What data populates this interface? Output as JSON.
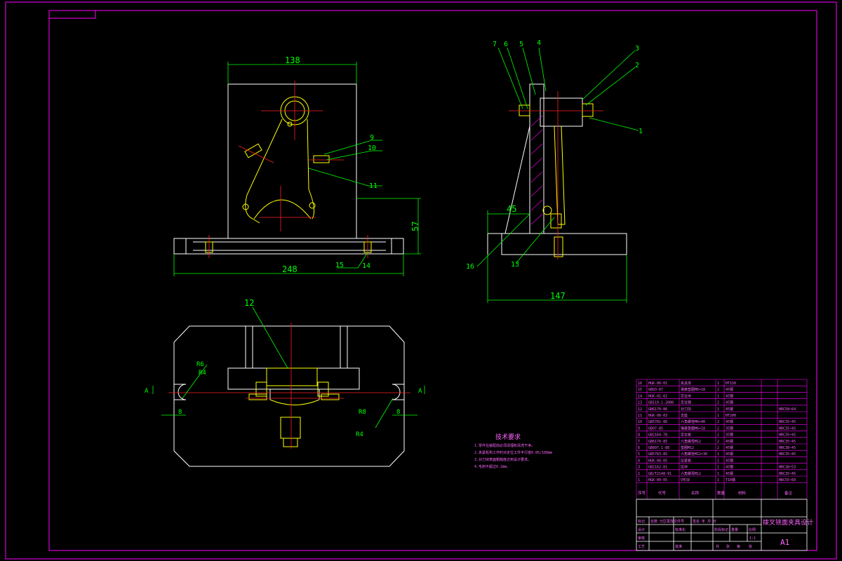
{
  "colors": {
    "background": "#000000",
    "frame": "#ff00ff",
    "outline": "#ffffff",
    "dimension": "#00ff00",
    "centerline": "#ff2020",
    "part": "#ffff00",
    "table": "#ff00ff",
    "text": "#ff66ff"
  },
  "front_view": {
    "dim_width_top": "138",
    "dim_width_base": "248",
    "dim_height": "57",
    "balloons": [
      "9",
      "10",
      "11",
      "14",
      "15"
    ]
  },
  "side_view": {
    "dim_offset": "45",
    "dim_width": "147",
    "balloons_top": [
      "7",
      "6",
      "5",
      "4"
    ],
    "balloons_right": [
      "3",
      "2",
      "1"
    ],
    "balloons_bottom": [
      "16",
      "13"
    ]
  },
  "plan_view": {
    "balloon": "12",
    "radii": [
      "R6",
      "R4",
      "R8",
      "R4"
    ],
    "dims": [
      "8",
      "8"
    ],
    "section_marks": [
      "A",
      "A"
    ]
  },
  "notes": {
    "title": "技术要求",
    "lines": [
      "1.零件在装配前必须清理和清洗干净。",
      "2.夹紧机构工作时对定位工件平行度0.05/100mm",
      "3.对刀块表面粗糙度达到设计要求。",
      "4.毛刺不超过0.2mm。"
    ]
  },
  "parts_table": {
    "rows": [
      [
        "16",
        "HGK-00-01",
        "夹具体",
        "1",
        "HT150",
        ""
      ],
      [
        "15",
        "GB93-87",
        "弹簧垫圈M6×18",
        "2",
        "45钢",
        ""
      ],
      [
        "14",
        "HGK-01-02",
        "定位块",
        "1",
        "45钢",
        ""
      ],
      [
        "13",
        "GB119.1-2000",
        "定位销",
        "2",
        "45钢",
        ""
      ],
      [
        "12",
        "GB6170-86",
        "对刀块",
        "1",
        "45钢",
        "HRC58~64"
      ],
      [
        "11",
        "HGK-00-03",
        "支座",
        "1",
        "HT200",
        ""
      ],
      [
        "10",
        "GB5781-86",
        "六角螺栓M6×40",
        "2",
        "45钢",
        "HRC35~45"
      ],
      [
        "9",
        "GB97-85",
        "弹簧垫圈M6×18",
        "2",
        "35钢",
        "HRC35~45"
      ],
      [
        "8",
        "GB2164-78",
        "定位板",
        "2",
        "35钢",
        "HRC35~45"
      ],
      [
        "7",
        "GB6170-85",
        "六角螺母M12",
        "2",
        "45钢",
        "HRC35~45"
      ],
      [
        "6",
        "GB897.1-88",
        "垫圈M12",
        "2",
        "45钢",
        "HRC38~45"
      ],
      [
        "5",
        "GB5783-85",
        "六角螺栓M12×30",
        "1",
        "45钢",
        "HRC35~45"
      ],
      [
        "4",
        "HGK-00-05",
        "压紧板",
        "1",
        "45钢",
        ""
      ],
      [
        "3",
        "GB2162-81",
        "压块",
        "1",
        "45钢",
        "HRC38~53"
      ],
      [
        "2",
        "GB/T2148-91",
        "六角螺母M12",
        "1",
        "45钢",
        "HRC35~45"
      ],
      [
        "1",
        "HGK-00-05",
        "V形块",
        "1",
        "T10钢",
        "HRC55~60"
      ]
    ],
    "header": [
      "序号",
      "代号",
      "名称",
      "数量",
      "材料",
      "备注"
    ]
  },
  "title_block": {
    "design_title": "拨叉铣面夹具设计",
    "sheet_size": "A1",
    "scale": "1:1",
    "labels": [
      "标记",
      "处数",
      "分区",
      "更改文件号",
      "签名",
      "年 月 日"
    ],
    "roles": [
      "设计",
      "审核",
      "工艺",
      "标准化",
      "批准"
    ],
    "stage_labels": [
      "阶段标记",
      "重量",
      "比例"
    ],
    "sheet_labels": [
      "共",
      "张",
      "第",
      "张"
    ]
  }
}
